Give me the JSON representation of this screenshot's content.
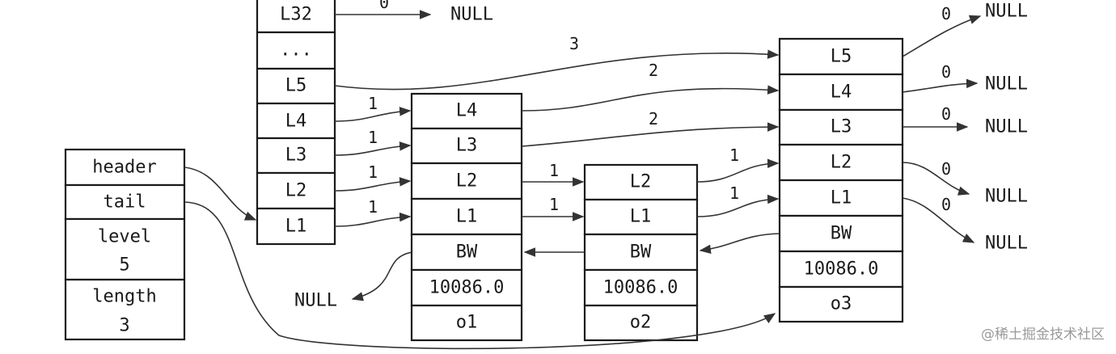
{
  "info": {
    "cells": [
      "header",
      "tail",
      "level",
      "5",
      "length",
      "3"
    ]
  },
  "header_node": {
    "levels": [
      "L32",
      "...",
      "L5",
      "L4",
      "L3",
      "L2",
      "L1"
    ]
  },
  "node_o1": {
    "levels": [
      "L4",
      "L3",
      "L2",
      "L1"
    ],
    "backward": "BW",
    "score": "10086.0",
    "obj": "o1"
  },
  "node_o2": {
    "levels": [
      "L2",
      "L1"
    ],
    "backward": "BW",
    "score": "10086.0",
    "obj": "o2"
  },
  "node_o3": {
    "levels": [
      "L5",
      "L4",
      "L3",
      "L2",
      "L1"
    ],
    "backward": "BW",
    "score": "10086.0",
    "obj": "o3"
  },
  "spans": {
    "header_l32": "0",
    "header_l5": "3",
    "header_l4": "1",
    "header_l3": "1",
    "header_l2": "1",
    "header_l1": "1",
    "o1_l4": "2",
    "o1_l3": "2",
    "o1_l2": "1",
    "o1_l1": "1",
    "o2_l2": "1",
    "o2_l1": "1",
    "o3_l5": "0",
    "o3_l4": "0",
    "o3_l3": "0",
    "o3_l2": "0",
    "o3_l1": "0"
  },
  "null_label": "NULL",
  "watermark": "@稀土掘金技术社区"
}
